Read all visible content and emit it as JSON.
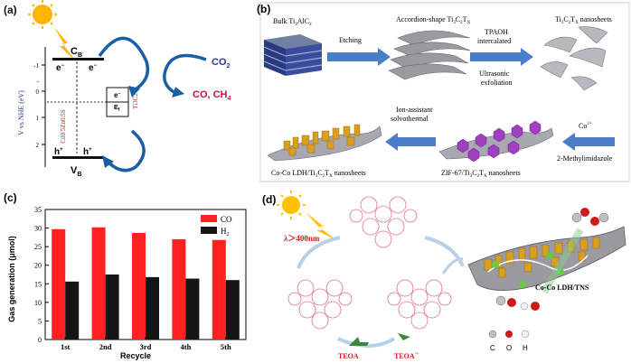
{
  "panels": {
    "a": {
      "label": "(a)",
      "cb": "C",
      "cb_sub": "B",
      "vb": "V",
      "vb_sub": "B",
      "e1": "e",
      "e2": "e",
      "h1": "h",
      "h2": "h",
      "ylabel": "V vs NHE (eV)",
      "ticks": [
        "-1",
        "-",
        "0",
        "1",
        "2"
      ],
      "material_left": "Cd0.5Zn0.5S",
      "material_right": "Ti3C2",
      "box_e": "e",
      "box_ef": "E",
      "box_ef_sub": "f",
      "co2": "CO",
      "co2_sub": "2",
      "products": "CO, CH",
      "products_sub": "4"
    },
    "b": {
      "label": "(b)",
      "bulk": "Bulk Ti",
      "accordion": "Accordion-shape Ti",
      "etching": "Etching",
      "tpaoh": [
        "TPAOH",
        "intercalated"
      ],
      "ultrasonic": [
        "Ultrasonic",
        "exfoliation"
      ],
      "nanosheets": "nanosheets",
      "ion_assist": [
        "Ion-assistant",
        "solvothermal"
      ],
      "co2plus": "Co",
      "methyl": "2-Methylimidazole",
      "zif": "ZIF-67/Ti",
      "coco": "Co-Co LDH/Ti"
    },
    "c": {
      "label": "(c)",
      "ylabel": "Gas generation (μmol)",
      "xlabel": "Recycle",
      "yticks": [
        "0",
        "5",
        "10",
        "15",
        "20",
        "25",
        "30",
        "35"
      ]
    },
    "d": {
      "label": "(d)",
      "lambda": "λ＞400nm",
      "teoa": "TEOA",
      "teoa_ox": "TEOA",
      "teoa_ox_sup": "·+",
      "coco_tns": "Co-Co LDH/TNS",
      "legend": [
        "C",
        "O",
        "H"
      ]
    }
  },
  "chart_data": {
    "type": "bar",
    "categories": [
      "1st",
      "2nd",
      "3rd",
      "4th",
      "5th"
    ],
    "series": [
      {
        "name": "CO",
        "values": [
          29.7,
          30.2,
          28.7,
          27.0,
          26.8
        ],
        "color": "#ff2020"
      },
      {
        "name": "H2",
        "values": [
          15.6,
          17.5,
          16.8,
          16.4,
          16.0
        ],
        "color": "#151515"
      }
    ],
    "legend_labels": [
      "CO",
      "H"
    ],
    "legend_sub": [
      "",
      "2"
    ],
    "xlabel": "Recycle",
    "ylabel": "Gas generation (μmol)",
    "ylim": [
      0,
      35
    ],
    "legend": "top-right",
    "grid": false
  }
}
